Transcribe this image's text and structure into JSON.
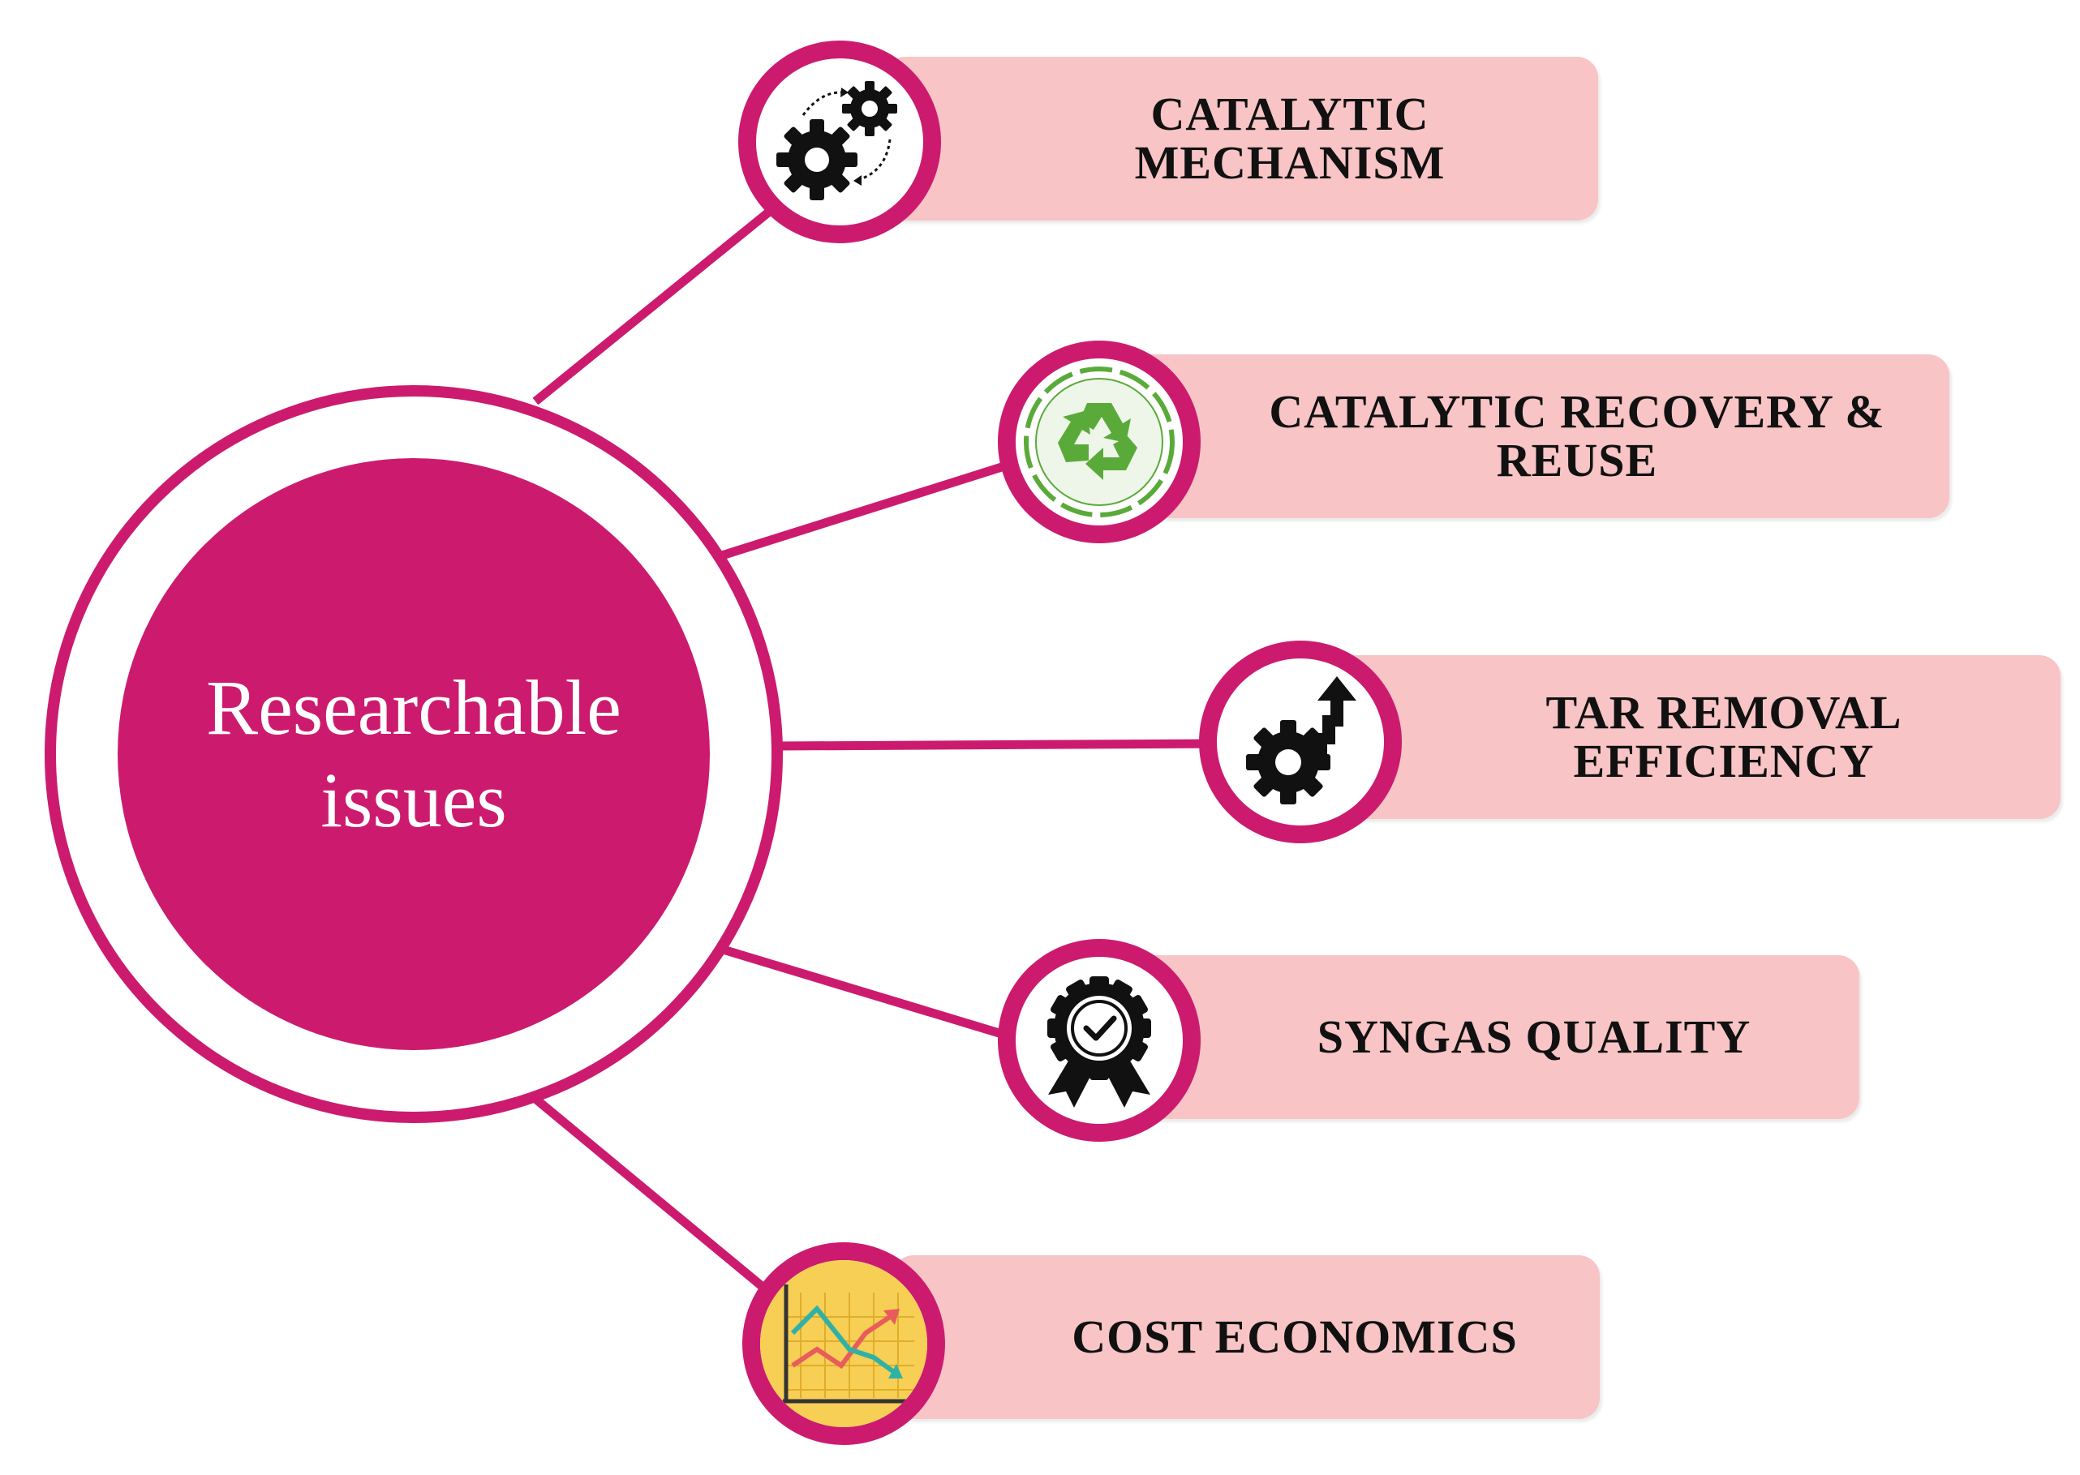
{
  "center": {
    "title": "Researchable\nissues"
  },
  "items": [
    {
      "label": "CATALYTIC\nMECHANISM",
      "icon": "gears-icon"
    },
    {
      "label": "CATALYTIC RECOVERY &\nREUSE",
      "icon": "recycle-icon"
    },
    {
      "label": "TAR REMOVAL\nEFFICIENCY",
      "icon": "gear-arrow-up-icon"
    },
    {
      "label": "SYNGAS QUALITY",
      "icon": "quality-badge-icon"
    },
    {
      "label": "COST ECONOMICS",
      "icon": "growth-chart-icon"
    }
  ],
  "colors": {
    "accent": "#cc1b6f",
    "label_background": "#f8c4c5",
    "recycle_green": "#5aaa3a",
    "chart_yellow": "#f7cf55",
    "icon_dark": "#111111"
  }
}
